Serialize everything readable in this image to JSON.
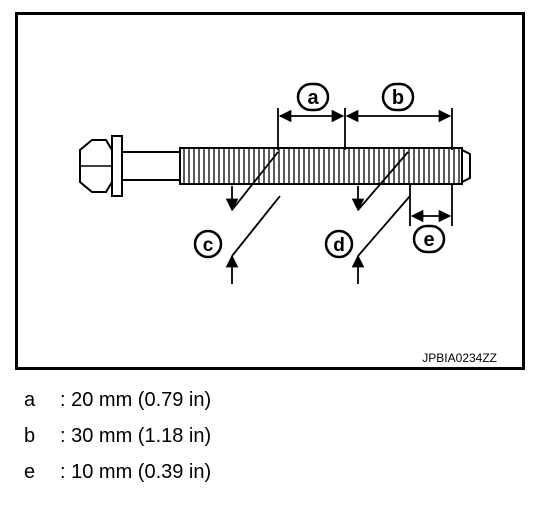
{
  "figure": {
    "code": "JPBIA0234ZZ",
    "callouts": {
      "a": "a",
      "b": "b",
      "c": "c",
      "d": "d",
      "e": "e"
    }
  },
  "legend": [
    {
      "key": "a",
      "value": ": 20 mm (0.79 in)"
    },
    {
      "key": "b",
      "value": ": 30 mm (1.18 in)"
    },
    {
      "key": "e",
      "value": ": 10 mm (0.39 in)"
    }
  ]
}
